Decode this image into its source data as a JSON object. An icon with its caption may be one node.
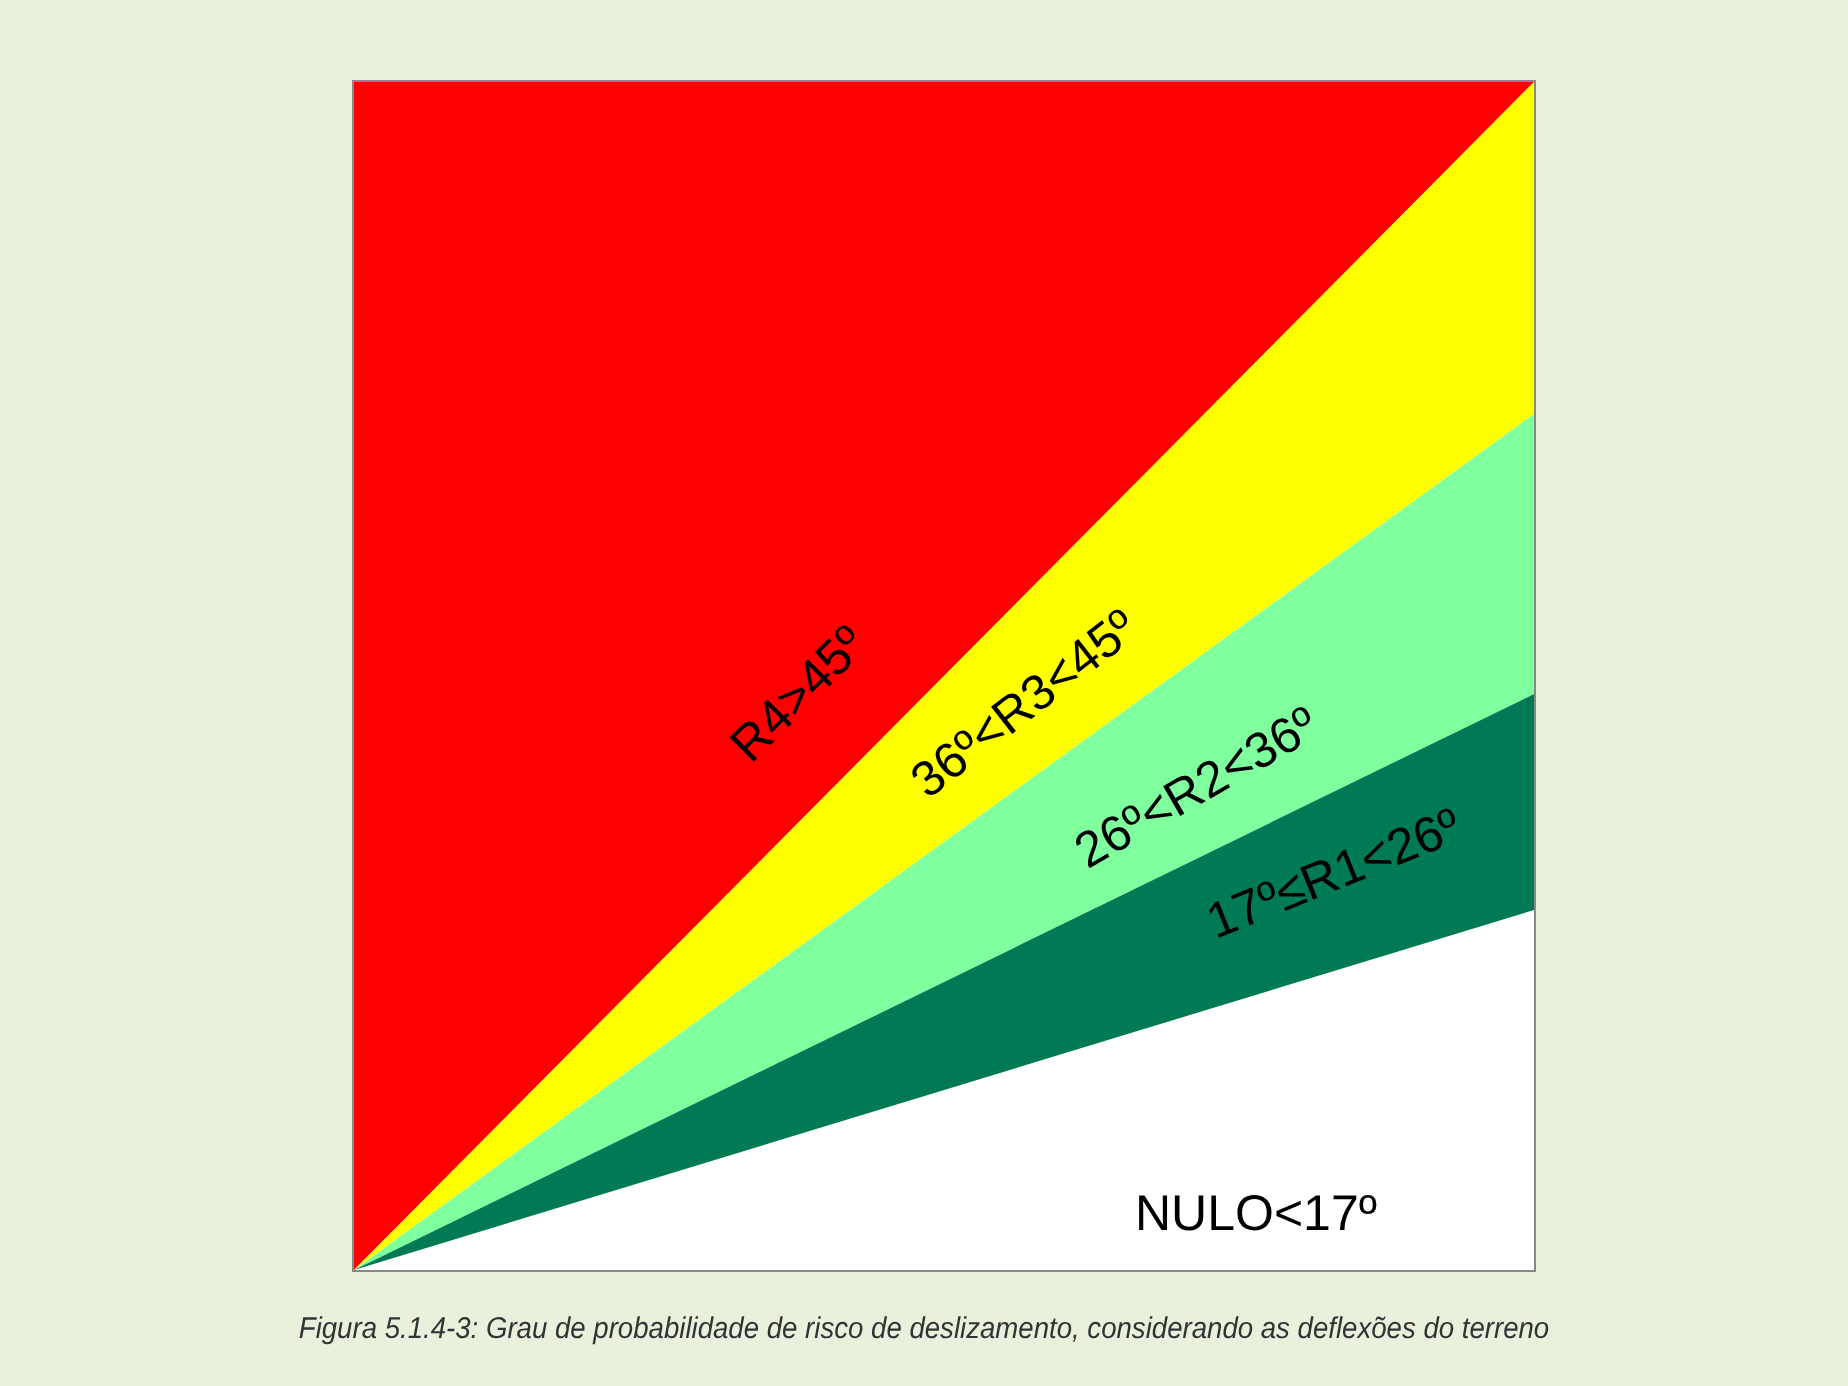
{
  "diagram": {
    "caption": "Figura 5.1.4-3:  Grau de probabilidade de risco de deslizamento, considerando as deflexões do terreno",
    "labels": [
      "R4>45º",
      "36º<R3<45º",
      "26º<R2<36º",
      "17º≤R1<26º",
      "NULO<17º"
    ]
  }
}
